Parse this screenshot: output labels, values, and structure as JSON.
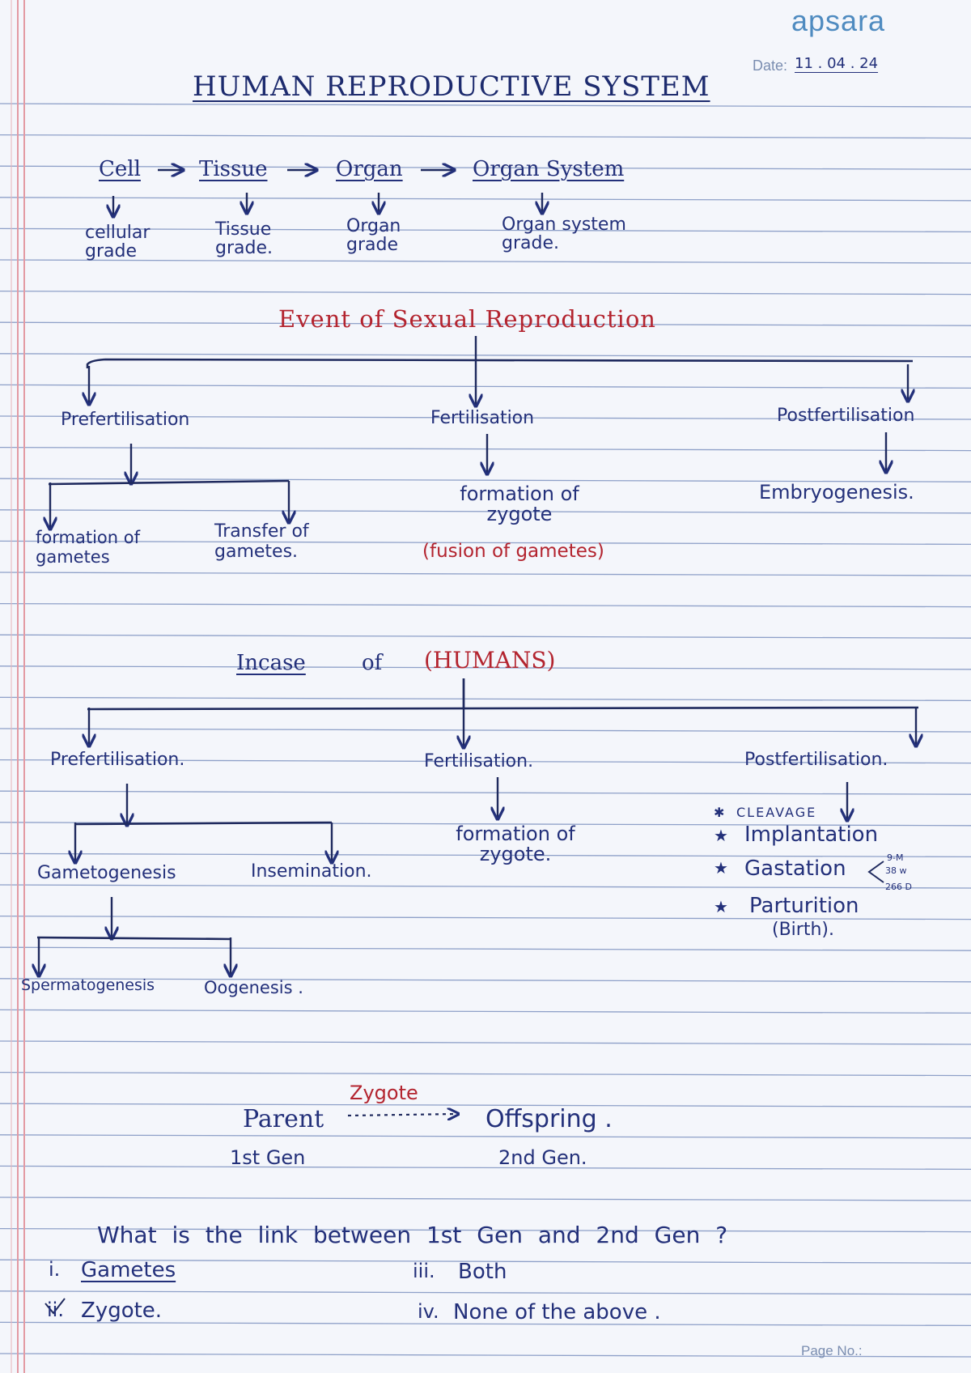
{
  "header": {
    "brand": "apsara",
    "date_label": "Date:",
    "date_value": "11 . 04 . 24"
  },
  "title": "HUMAN REPRODUCTIVE SYSTEM",
  "hierarchy": {
    "top": [
      "Cell",
      "Tissue",
      "Organ",
      "Organ System"
    ],
    "grades": [
      "cellular grade",
      "Tissue grade.",
      "Organ grade",
      "Organ system grade."
    ]
  },
  "events": {
    "heading": "Event of Sexual Reproduction",
    "branches": [
      "Prefertilisation",
      "Fertilisation",
      "Postfertilisation"
    ],
    "pre_children": [
      "formation of gametes",
      "Transfer of gametes."
    ],
    "fert_child": "formation of zygote",
    "fert_note": "(fusion of gametes)",
    "post_child": "Embryogenesis."
  },
  "humans": {
    "heading_a": "Incase",
    "heading_b": "of",
    "heading_c": "(HUMANS)",
    "branches": [
      "Prefertilisation.",
      "Fertilisation.",
      "Postfertilisation."
    ],
    "pre_children": [
      "Gametogenesis",
      "Insemination."
    ],
    "gameto_children": [
      "Spermatogenesis",
      "Oogenesis ."
    ],
    "fert_child": "formation of zygote.",
    "post_list": [
      "CLEAVAGE",
      "Implantation",
      "Gastation",
      "Parturition",
      "(Birth)."
    ],
    "gestation_notes": [
      "9-M",
      "38 w",
      "266 D"
    ]
  },
  "generation": {
    "parent": "Parent",
    "parent_gen": "1st Gen",
    "arrow_label": "Zygote",
    "offspring": "Offspring .",
    "offspring_gen": "2nd Gen."
  },
  "question": {
    "text": "What is the link between 1st Gen and 2nd Gen ?",
    "options": [
      {
        "num": "i.",
        "text": "Gametes"
      },
      {
        "num": "ii.",
        "text": "Zygote."
      },
      {
        "num": "iii.",
        "text": "Both"
      },
      {
        "num": "iv.",
        "text": "None of the above ."
      }
    ]
  },
  "footer": {
    "page_label": "Page No.:"
  }
}
